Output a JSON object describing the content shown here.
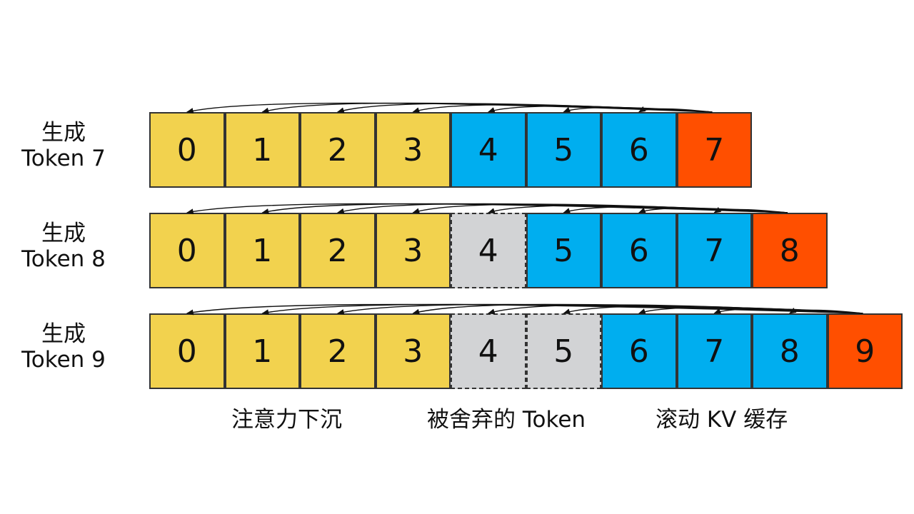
{
  "colors": {
    "sink": "#f2d24e",
    "window": "#00aeef",
    "current": "#ff4f00",
    "evicted": "#d2d3d5",
    "border": "#333333"
  },
  "rows": [
    {
      "label_line1": "生成",
      "label_line2": "Token 7",
      "cells": [
        {
          "value": "0",
          "type": "sink"
        },
        {
          "value": "1",
          "type": "sink"
        },
        {
          "value": "2",
          "type": "sink"
        },
        {
          "value": "3",
          "type": "sink"
        },
        {
          "value": "4",
          "type": "window"
        },
        {
          "value": "5",
          "type": "window"
        },
        {
          "value": "6",
          "type": "window"
        },
        {
          "value": "7",
          "type": "current"
        }
      ]
    },
    {
      "label_line1": "生成",
      "label_line2": "Token 8",
      "cells": [
        {
          "value": "0",
          "type": "sink"
        },
        {
          "value": "1",
          "type": "sink"
        },
        {
          "value": "2",
          "type": "sink"
        },
        {
          "value": "3",
          "type": "sink"
        },
        {
          "value": "4",
          "type": "evicted"
        },
        {
          "value": "5",
          "type": "window"
        },
        {
          "value": "6",
          "type": "window"
        },
        {
          "value": "7",
          "type": "window"
        },
        {
          "value": "8",
          "type": "current"
        }
      ]
    },
    {
      "label_line1": "生成",
      "label_line2": "Token 9",
      "cells": [
        {
          "value": "0",
          "type": "sink"
        },
        {
          "value": "1",
          "type": "sink"
        },
        {
          "value": "2",
          "type": "sink"
        },
        {
          "value": "3",
          "type": "sink"
        },
        {
          "value": "4",
          "type": "evicted"
        },
        {
          "value": "5",
          "type": "evicted"
        },
        {
          "value": "6",
          "type": "window"
        },
        {
          "value": "7",
          "type": "window"
        },
        {
          "value": "8",
          "type": "window"
        },
        {
          "value": "9",
          "type": "current"
        }
      ]
    }
  ],
  "legend": {
    "sink": "注意力下沉",
    "evicted": "被舍弃的 Token",
    "window": "滚动 KV 缓存"
  }
}
